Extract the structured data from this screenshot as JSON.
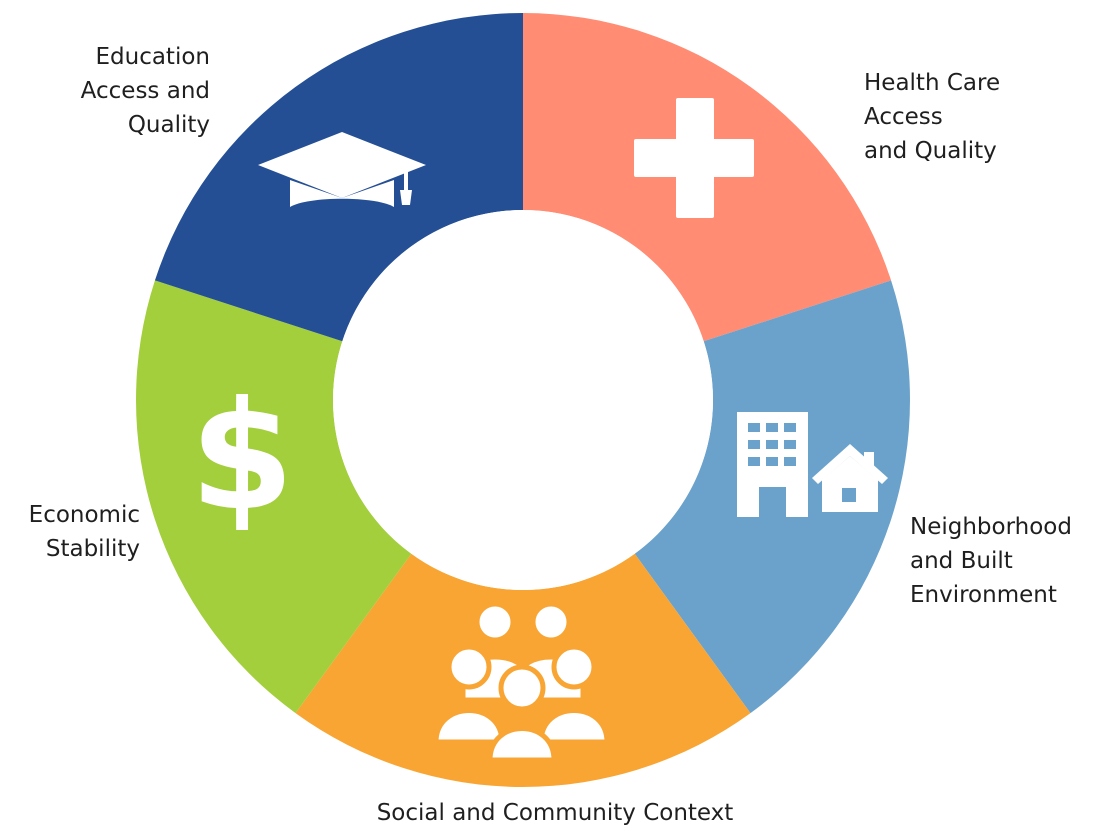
{
  "segments": [
    {
      "id": "health",
      "label": "Health Care\nAccess\nand Quality",
      "color": "#FF8C73",
      "icon": "medical-cross-icon"
    },
    {
      "id": "neighborhood",
      "label": "Neighborhood\nand Built\nEnvironment",
      "color": "#6BA2CB",
      "icon": "building-and-house-icon"
    },
    {
      "id": "social",
      "label": "Social and Community Context",
      "color": "#F9A533",
      "icon": "people-group-icon"
    },
    {
      "id": "economic",
      "label": "Economic\nStability",
      "color": "#A3CF3C",
      "icon": "dollar-sign-icon"
    },
    {
      "id": "education",
      "label": "Education\nAccess and\nQuality",
      "color": "#244F95",
      "icon": "graduation-cap-icon"
    }
  ]
}
